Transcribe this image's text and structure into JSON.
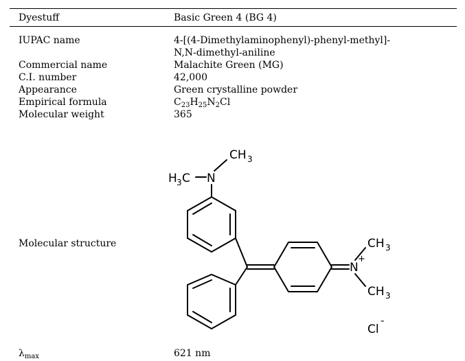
{
  "table": {
    "header": {
      "label": "Dyestuff",
      "value": "Basic Green 4 (BG 4)"
    },
    "rows": {
      "iupac": {
        "label": "IUPAC name",
        "value_line1": "4-[(4-Dimethylaminophenyl)-phenyl-methyl]-",
        "value_line2": "N,N-dimethyl-aniline"
      },
      "commercial": {
        "label": "Commercial name",
        "value": "Malachite Green (MG)"
      },
      "ci": {
        "label": "C.I. number",
        "value": "42,000"
      },
      "appearance": {
        "label": "Appearance",
        "value": "Green crystalline powder"
      },
      "formula": {
        "label": "Empirical formula",
        "c": "C",
        "c_n": "23",
        "h": "H",
        "h_n": "25",
        "n": "N",
        "n_n": "2",
        "cl": "Cl"
      },
      "weight": {
        "label": "Molecular weight",
        "value": "365"
      },
      "structure": {
        "label": "Molecular structure",
        "atoms": {
          "ch3_top": "CH",
          "h3c": "H",
          "h3c_c": "C",
          "n_left": "N",
          "n_right": "N",
          "plus": "+",
          "ch3_right_top": "CH",
          "ch3_right_bottom": "CH",
          "three": "3",
          "cl": "Cl",
          "minus": "-"
        }
      },
      "lambda": {
        "label_symbol": "λ",
        "label_sub": "max",
        "value": "621 nm"
      }
    }
  }
}
